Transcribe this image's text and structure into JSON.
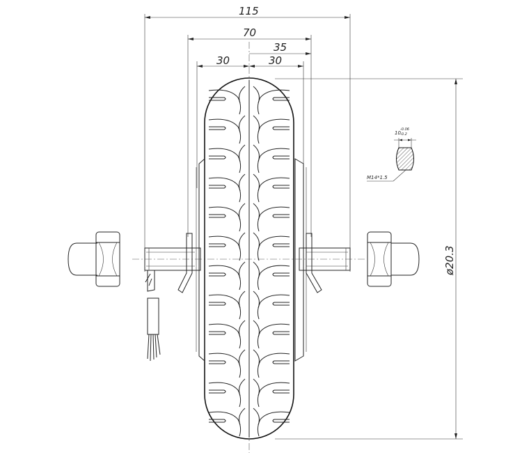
{
  "dimensions": {
    "overall_width": "115",
    "tire_width": "70",
    "half_width": "35",
    "left_offset": "30",
    "right_offset": "30",
    "diameter": "ø20.3"
  },
  "thread_callout": {
    "thread": "M14*1.5",
    "flat_width": "10",
    "tol_upper": "-0.06",
    "tol_lower": "-0.2"
  }
}
